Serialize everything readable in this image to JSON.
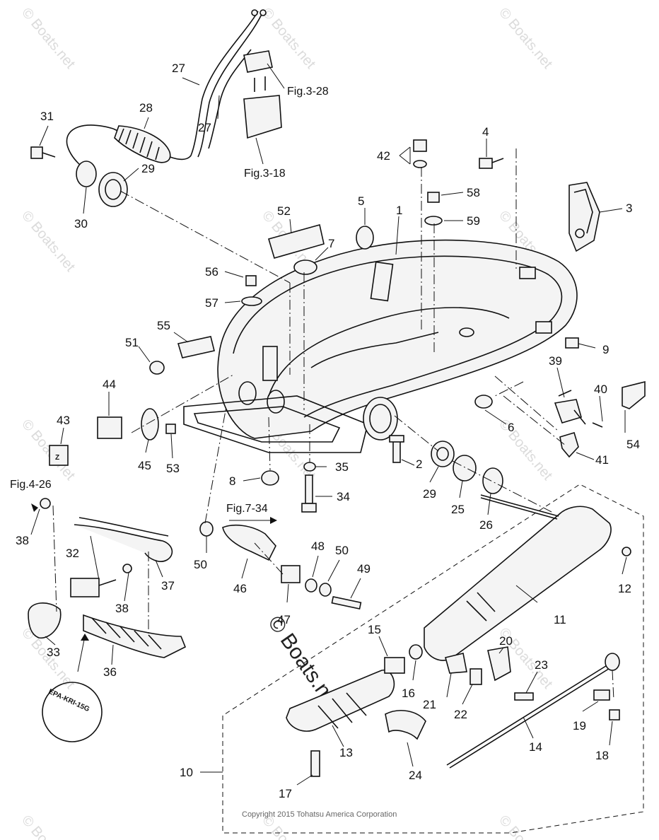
{
  "figure": {
    "copyright": "Copyright 2015 Tohatsu America Corporation",
    "watermark_main": "© Boats.net",
    "watermark_small": "© Boats.net",
    "emission_tag": "EPA-KRI-15G"
  },
  "references": {
    "fig_3_28": "Fig.3-28",
    "fig_3_18": "Fig.3-18",
    "fig_4_26": "Fig.4-26",
    "fig_7_34": "Fig.7-34"
  },
  "callouts": {
    "n1": "1",
    "n2": "2",
    "n3": "3",
    "n4": "4",
    "n5": "5",
    "n6": "6",
    "n7": "7",
    "n8": "8",
    "n9": "9",
    "n10": "10",
    "n11": "11",
    "n12": "12",
    "n13": "13",
    "n14": "14",
    "n15": "15",
    "n16": "16",
    "n17": "17",
    "n18": "18",
    "n19": "19",
    "n20": "20",
    "n21": "21",
    "n22": "22",
    "n23": "23",
    "n24": "24",
    "n25": "25",
    "n26": "26",
    "n27a": "27",
    "n27b": "27",
    "n28": "28",
    "n29a": "29",
    "n29b": "29",
    "n30": "30",
    "n31": "31",
    "n32": "32",
    "n33": "33",
    "n34": "34",
    "n35": "35",
    "n36": "36",
    "n37": "37",
    "n38a": "38",
    "n38b": "38",
    "n39": "39",
    "n40": "40",
    "n41": "41",
    "n42": "42",
    "n43": "43",
    "n44": "44",
    "n45": "45",
    "n46": "46",
    "n47": "47",
    "n48": "48",
    "n49": "49",
    "n50a": "50",
    "n50b": "50",
    "n51": "51",
    "n52": "52",
    "n53": "53",
    "n54": "54",
    "n55": "55",
    "n56": "56",
    "n57": "57",
    "n58": "58",
    "n59": "59"
  }
}
